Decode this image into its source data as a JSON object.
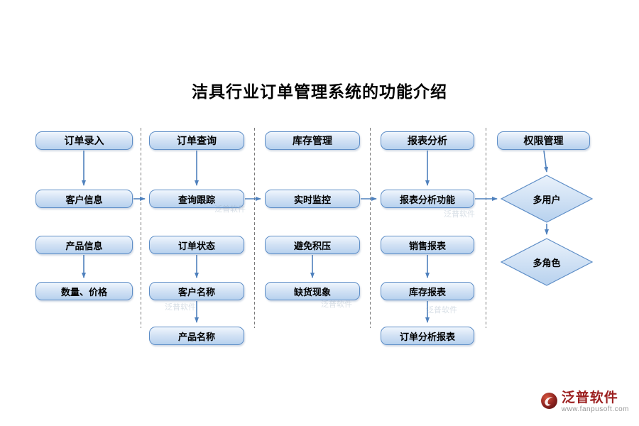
{
  "title": "洁具行业订单管理系统的功能介绍",
  "columns": [
    {
      "header": "订单录入",
      "items": [
        "客户信息",
        "产品信息",
        "数量、价格"
      ]
    },
    {
      "header": "订单查询",
      "items": [
        "查询跟踪",
        "订单状态",
        "客户名称",
        "产品名称"
      ]
    },
    {
      "header": "库存管理",
      "items": [
        "实时监控",
        "避免积压",
        "缺货现象"
      ]
    },
    {
      "header": "报表分析",
      "items": [
        "报表分析功能",
        "销售报表",
        "库存报表",
        "订单分析报表"
      ]
    },
    {
      "header": "权限管理",
      "items": [
        "多用户",
        "多角色"
      ]
    }
  ],
  "branding": {
    "logo_text": "泛普软件",
    "website": "www.fanpusoft.com",
    "watermark": "泛普软件"
  },
  "colors": {
    "box_border": "#5e8ec7",
    "box_fill_top": "#f0f6fd",
    "box_fill_bottom": "#b7d1ee",
    "arrow": "#4f81bd",
    "title_text": "#000000",
    "logo_red": "#9c2020",
    "url_gray": "#989898"
  }
}
